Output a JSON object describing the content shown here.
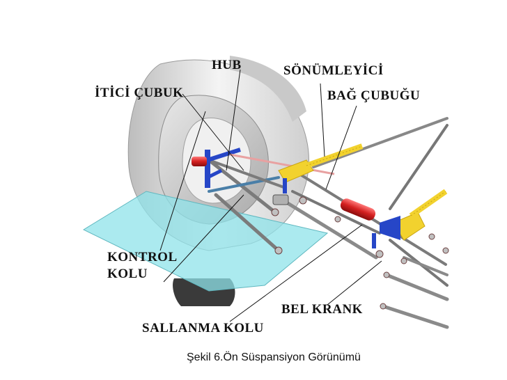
{
  "labels": {
    "hub": "HUB",
    "itici_cubuk": "İTİCİ ÇUBUK",
    "sonumleyici": "SÖNÜMLEYİCİ",
    "bag_cubugu": "BAĞ ÇUBUĞU",
    "kontrol_kolu_line1": "KONTROL",
    "kontrol_kolu_line2": "KOLU",
    "bel_krank": "BEL KRANK",
    "sallanma_kolu": "SALLANMA KOLU"
  },
  "caption": "Şekil 6.Ön Süspansiyon Görünümü"
}
